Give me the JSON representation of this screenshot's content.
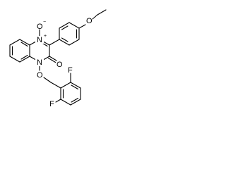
{
  "molecule": {
    "atoms": {
      "n_oxide": "N",
      "n_oxide_charge": "+",
      "n_amide": "N",
      "o_oxide": "O",
      "o_oxide_charge": "−",
      "o_ether": "O",
      "o_carbonyl": "O",
      "o_linker": "O",
      "f_upper": "F",
      "f_lower": "F"
    }
  },
  "colors": {
    "bond": "#000000",
    "background": "#ffffff"
  }
}
